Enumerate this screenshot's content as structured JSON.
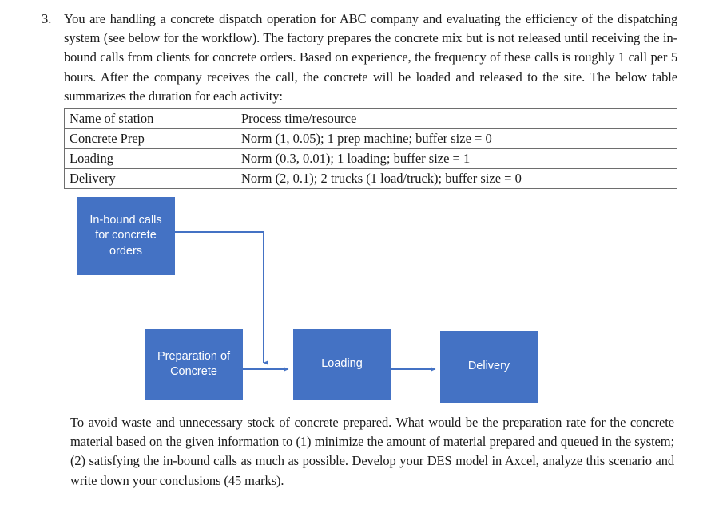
{
  "question": {
    "number": "3.",
    "intro_paragraph": "You are handling a concrete dispatch operation for ABC company and evaluating the efficiency of the dispatching system (see below for the workflow). The factory prepares the concrete mix but is not released until receiving the in-bound calls from clients for concrete orders. Based on experience, the frequency of these calls is roughly 1 call per 5 hours. After the company receives the call, the concrete will be loaded and released to the site. The below table summarizes the duration for each activity:",
    "closing_paragraph": "To avoid waste and unnecessary stock of concrete prepared. What would be the preparation rate for the concrete material based on the given information to (1) minimize the amount of material prepared and queued in the system; (2) satisfying the in-bound calls as much as possible. Develop your DES model in Axcel, analyze this scenario and write down your conclusions (45 marks)."
  },
  "table": {
    "headers": [
      "Name of station",
      "Process time/resource"
    ],
    "rows": [
      [
        "Concrete Prep",
        "Norm (1, 0.05); 1 prep machine; buffer size = 0"
      ],
      [
        "Loading",
        "Norm (0.3, 0.01); 1 loading; buffer size = 1"
      ],
      [
        "Delivery",
        "Norm (2, 0.1); 2 trucks (1 load/truck); buffer size = 0"
      ]
    ]
  },
  "diagram": {
    "accent_color": "#4472C4",
    "connector_color": "#4472C4",
    "boxes": [
      {
        "id": "inbound",
        "label": "In-bound calls for concrete orders"
      },
      {
        "id": "prep",
        "label": "Preparation of Concrete"
      },
      {
        "id": "loading",
        "label": "Loading"
      },
      {
        "id": "delivery",
        "label": "Delivery"
      }
    ]
  }
}
